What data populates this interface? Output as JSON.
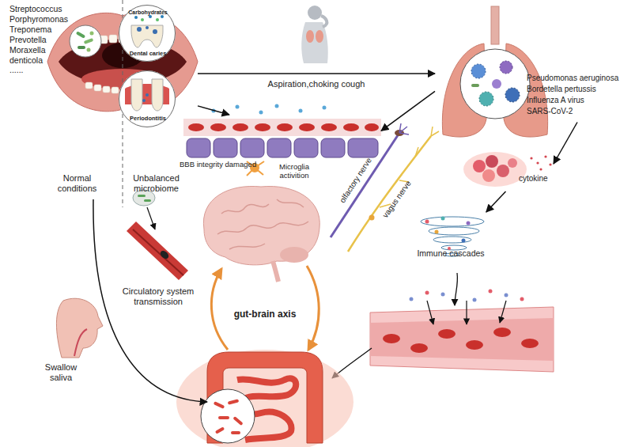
{
  "diagram": {
    "nodes": [
      {
        "text": [
          "Normal conditions",
          "Unbalanced microbiome"
        ]
      },
      {
        "text": [
          "Carbohydrates",
          "Dental caries"
        ],
        "in": 0
      },
      {
        "text": [
          "Periodontitis"
        ],
        "in": 0
      },
      {
        "text": [
          "Pseudomonas aeruginosa",
          "Bordetella pertussis",
          "Influenza A virus",
          "SARS-CoV-2"
        ]
      },
      {
        "text": [
          "BBB integrity damaged",
          "Microglia activition"
        ]
      },
      {
        "text": [
          "cytokine"
        ]
      },
      {
        "text": [
          "Immune cascades"
        ]
      }
    ],
    "edges": [
      {
        "from": 0,
        "to": 3,
        "label": "Aspiration,choking cough",
        "arrow": "to"
      },
      {
        "from": 0,
        "to": 4,
        "arrow": "to"
      },
      {
        "from": 3,
        "to": 4,
        "arrow": "to"
      },
      {
        "from": 3,
        "to": 5,
        "arrow": "to"
      },
      {
        "from": 5,
        "to": 6,
        "arrow": "to"
      }
    ],
    "labels": [
      "Streptococcus",
      "Porphyromonas",
      "Treponema",
      "Prevotella",
      "Moraxella",
      "denticola",
      "......",
      "olfactory nerve",
      "vagus nerve",
      "Circulatory system transmission",
      "Swallow saliva",
      "gut-brain axis"
    ]
  }
}
